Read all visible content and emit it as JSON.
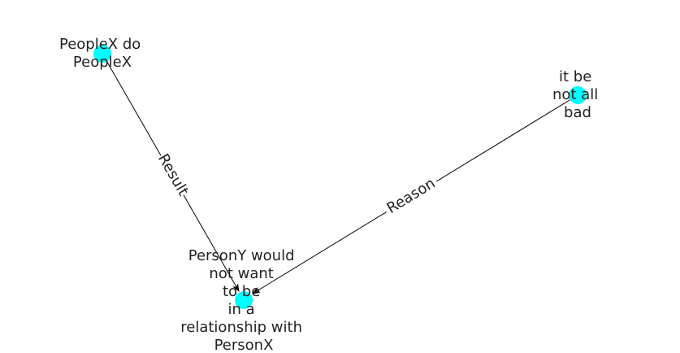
{
  "colors": {
    "node_fill": "#00FFFF",
    "edge": "#000000",
    "text": "#222222",
    "background": "#FFFFFF"
  },
  "nodes": [
    {
      "id": "n1",
      "label_lines": [
        "PeopleX do",
        "PeopleX"
      ]
    },
    {
      "id": "n2",
      "label_lines": [
        "it be",
        "not all",
        "bad"
      ]
    },
    {
      "id": "n3",
      "label_lines": [
        "PersonY would",
        "not want",
        "to be",
        "in a",
        "relationship with",
        "PersonX"
      ]
    }
  ],
  "edges": [
    {
      "from": "n1",
      "to": "n3",
      "label": "Result"
    },
    {
      "from": "n2",
      "to": "n3",
      "label": "Reason"
    }
  ]
}
